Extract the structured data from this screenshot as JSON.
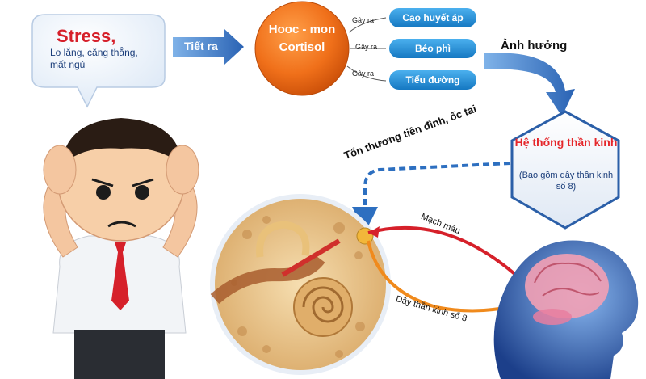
{
  "stress_bubble": {
    "title": "Stress,",
    "subtitle": "Lo lắng, căng thẳng, mất ngủ"
  },
  "arrows": {
    "secrete": "Tiết ra",
    "affect": "Ảnh hưởng"
  },
  "hormone": {
    "line1": "Hooc - mon",
    "line2": "Cortisol"
  },
  "causes_label": "Gây ra",
  "effects": [
    "Cao huyết áp",
    "Béo phì",
    "Tiểu đường"
  ],
  "nervous_system": {
    "title": "Hệ thống thần kinh",
    "subtitle": "(Bao gồm dây thần kinh số 8)"
  },
  "damage_label": "Tổn thương tiền đình, ốc tai",
  "blood_vessel_label": "Mạch máu",
  "nerve_label": "Dây thần kinh số 8",
  "colors": {
    "accent_red": "#d6202a",
    "hormone_orange": "#ef6a12",
    "effect_blue": "#1f8fd6",
    "hex_blue": "#1a5aa8",
    "arrow_blue": "#2d6fc0"
  }
}
